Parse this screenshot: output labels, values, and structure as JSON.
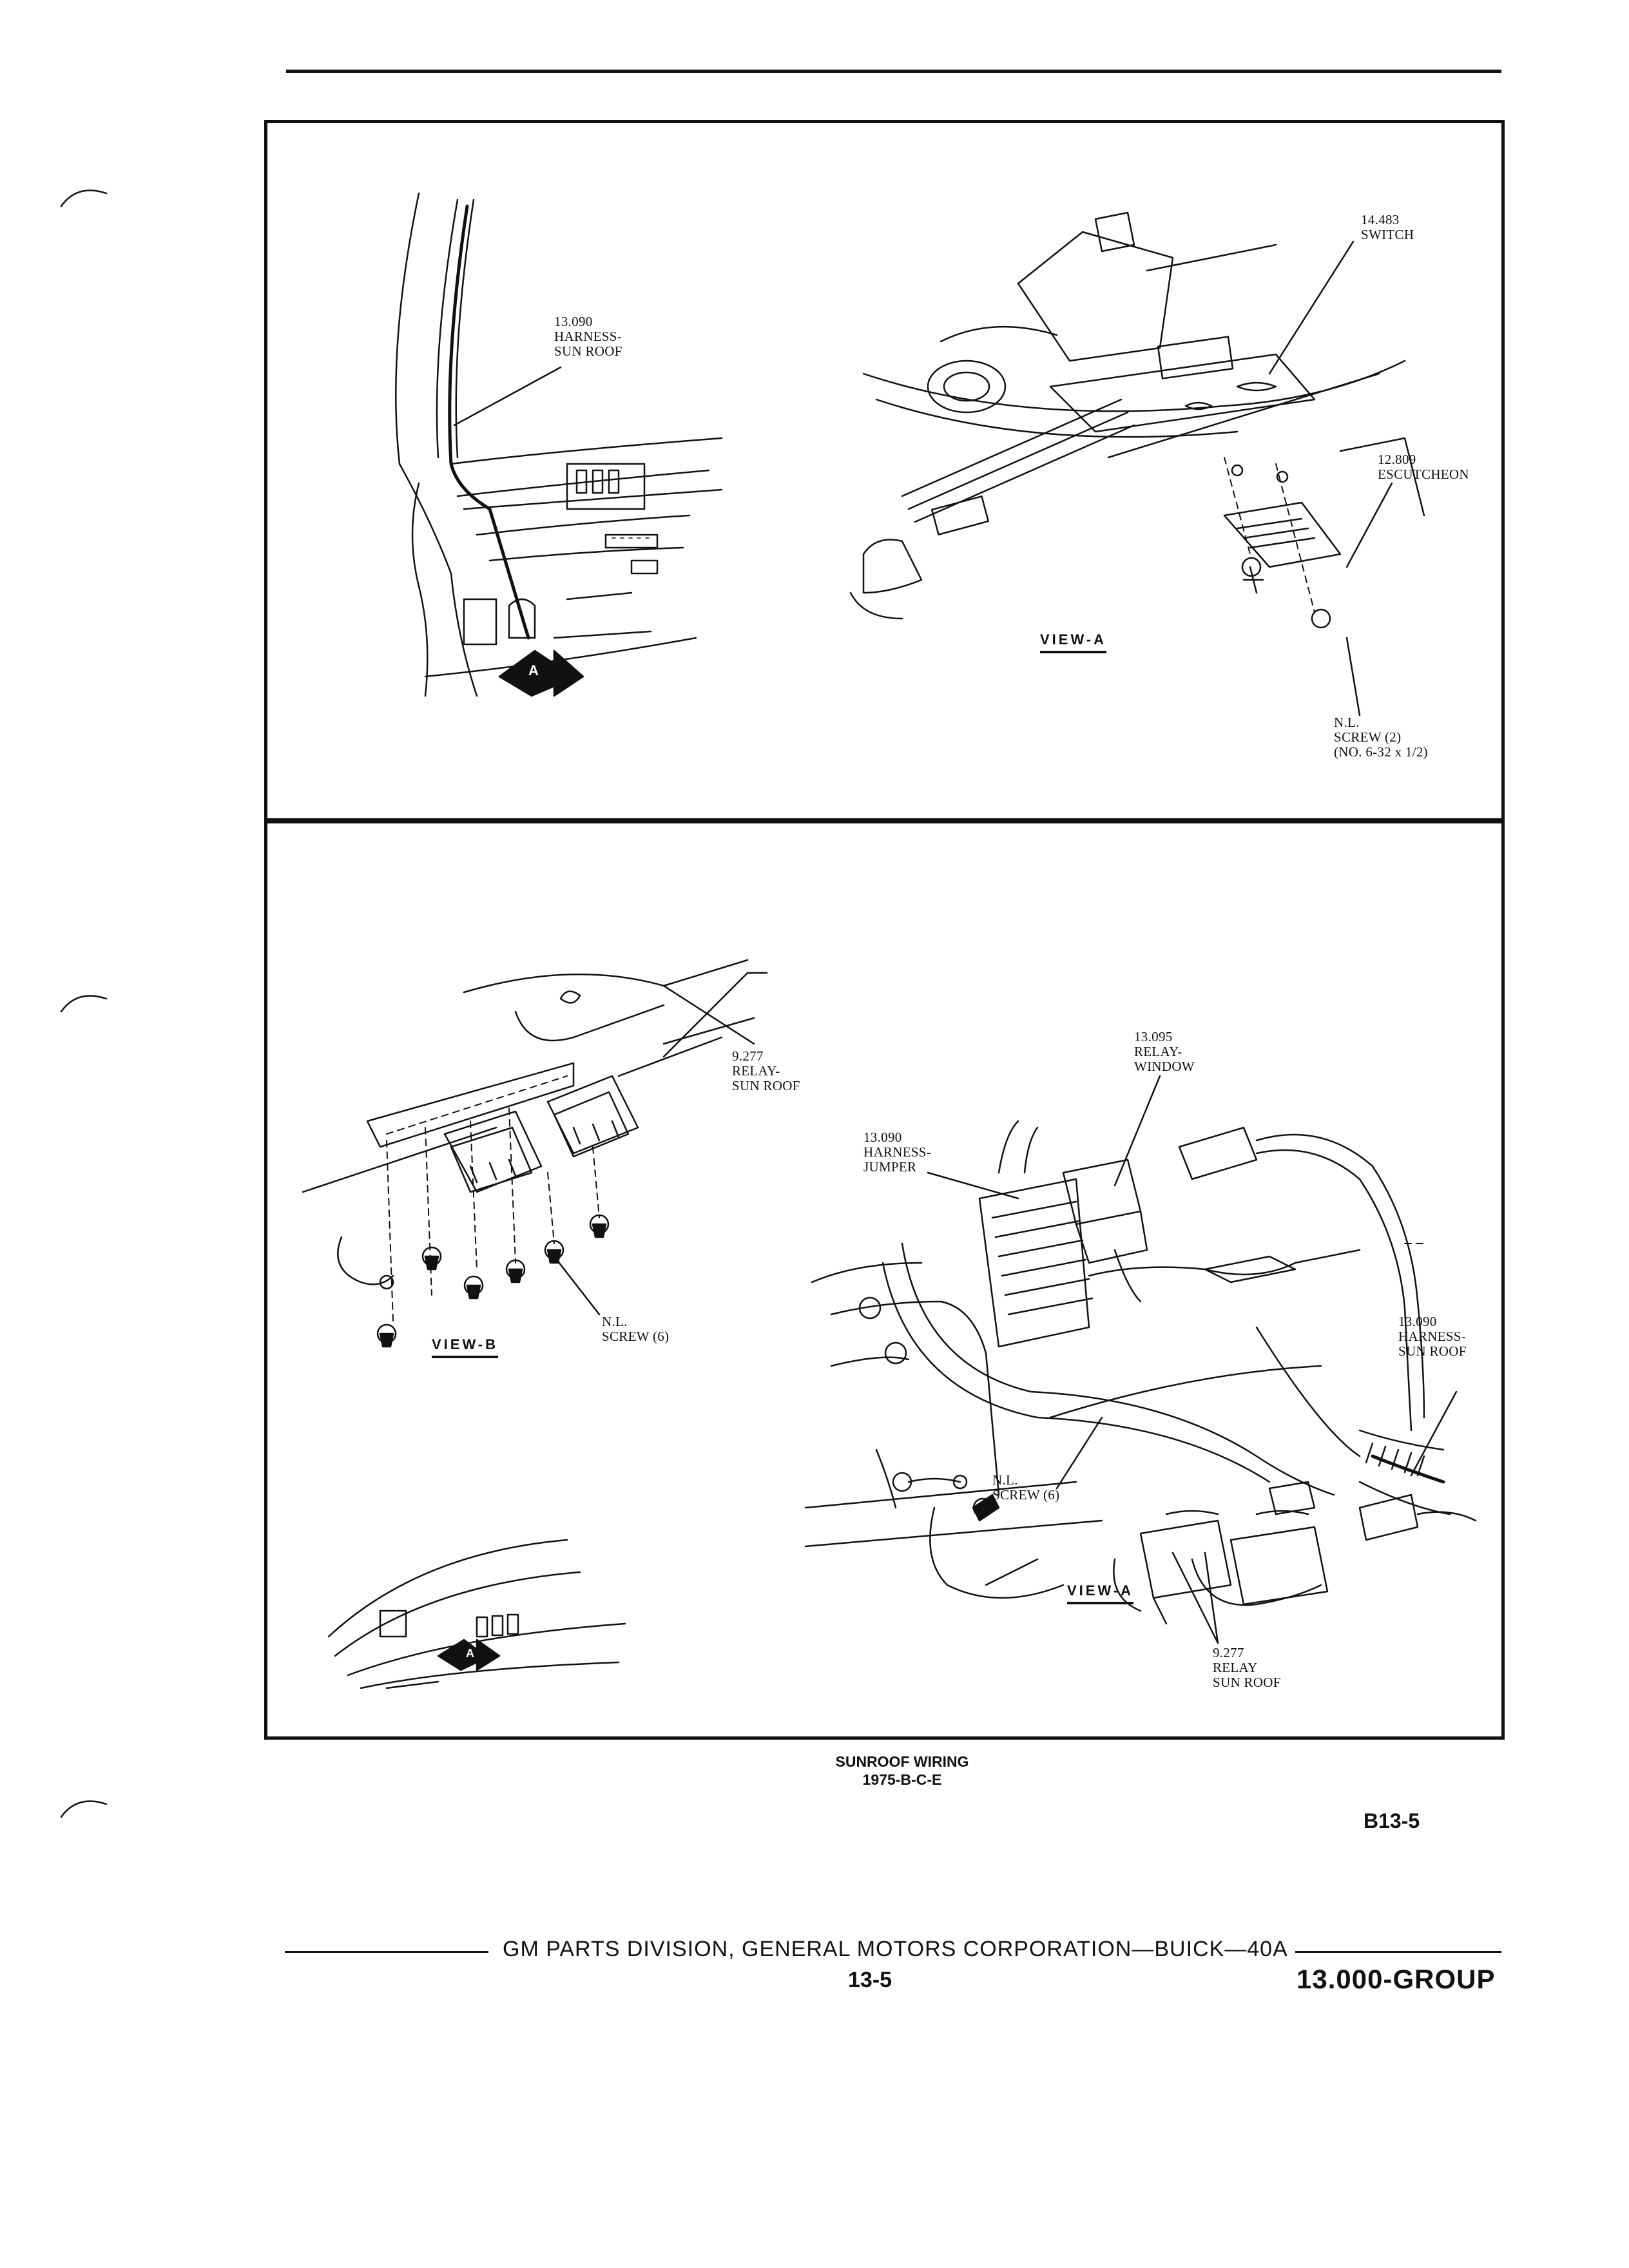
{
  "panel_top": {
    "left_callout": "13.090\nHARNESS-\nSUN ROOF",
    "switch_callout": "14.483\nSWITCH",
    "escutcheon_callout": "12.809\nESCUTCHEON",
    "screw_callout": "N.L.\nSCREW (2)\n(NO. 6-32 x 1/2)",
    "view_label": "VIEW-A",
    "arrow_letter": "A"
  },
  "panel_bottom": {
    "relay_callout_b": "9.277\nRELAY-\nSUN ROOF",
    "screw_callout_b": "N.L.\nSCREW (6)",
    "view_label_b": "VIEW-B",
    "relay_window_callout": "13.095\nRELAY-\nWINDOW",
    "harness_jumper_callout": "13.090\nHARNESS-\nJUMPER",
    "harness_sunroof_callout": "13.090\nHARNESS-\nSUN ROOF",
    "screw_callout_a": "N.L.\nSCREW (6)",
    "view_label_a": "VIEW-A",
    "relay_callout_a": "9.277\nRELAY\nSUN ROOF",
    "arrow_letter": "A"
  },
  "caption": {
    "title": "SUNROOF WIRING",
    "subtitle": "1975-B-C-E"
  },
  "page_code": "B13-5",
  "footer": {
    "text": "GM PARTS DIVISION, GENERAL MOTORS CORPORATION—BUICK—40A",
    "page_number": "13-5",
    "group": "13.000-GROUP"
  }
}
